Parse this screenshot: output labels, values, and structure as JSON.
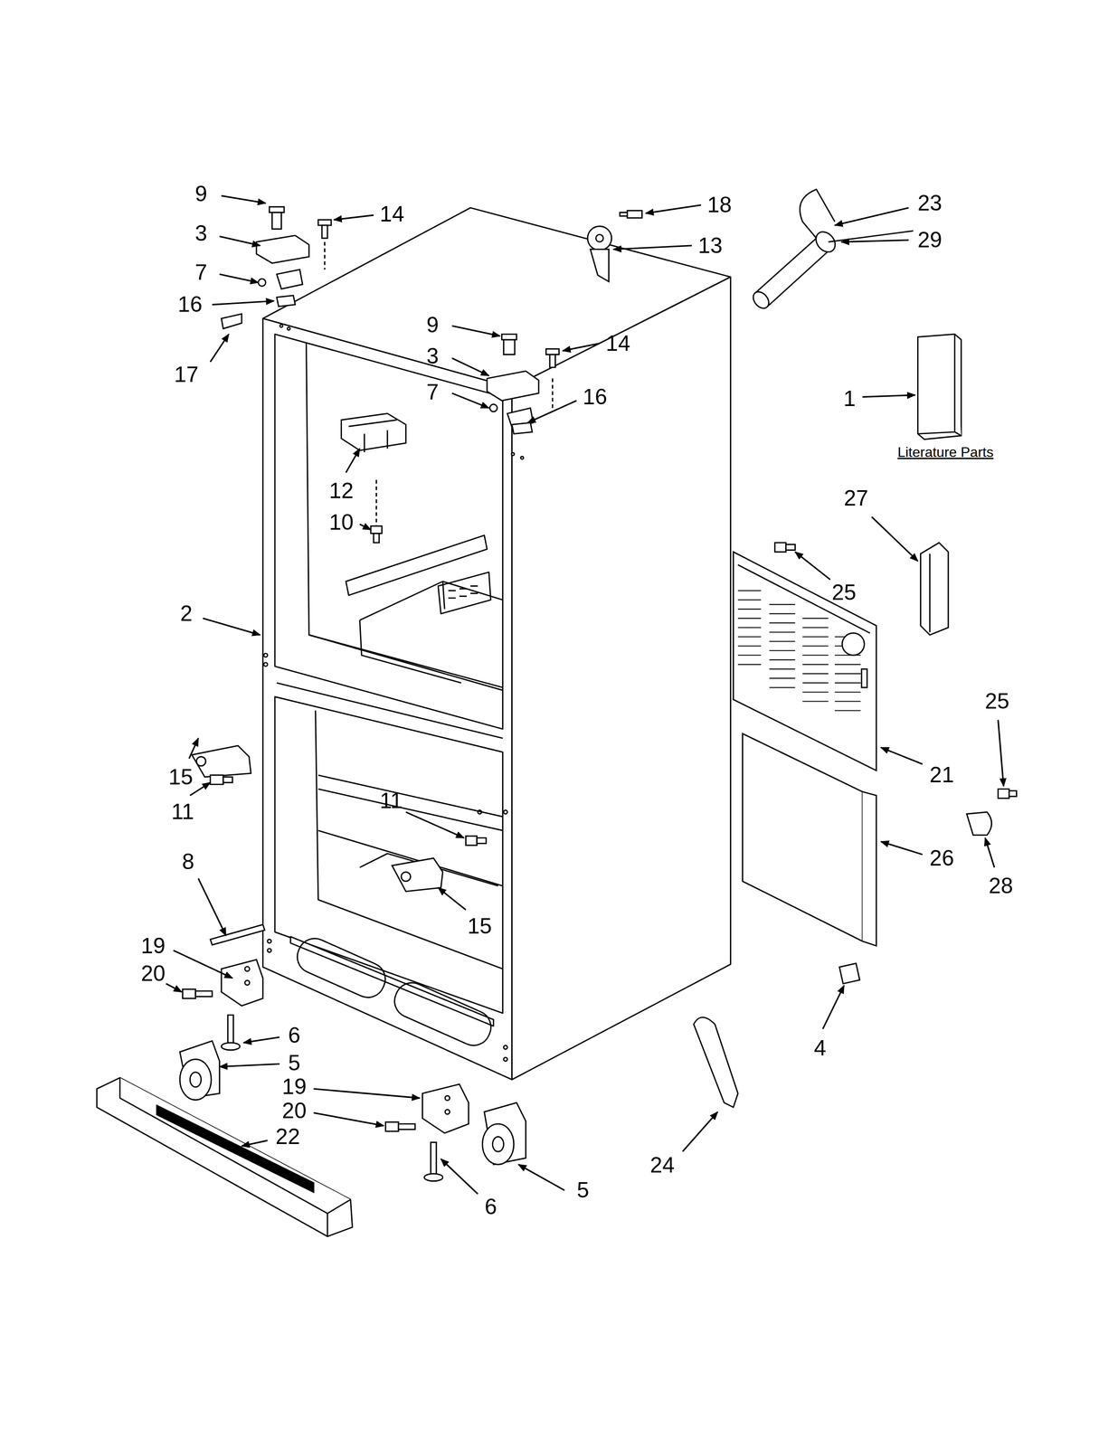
{
  "diagram": {
    "labels": [
      "9",
      "14",
      "18",
      "23",
      "3",
      "13",
      "29",
      "7",
      "16",
      "9",
      "14",
      "17",
      "3",
      "7",
      "16",
      "1",
      "Literature Parts",
      "12",
      "27",
      "10",
      "25",
      "2",
      "25",
      "21",
      "15",
      "11",
      "11",
      "26",
      "8",
      "28",
      "15",
      "19",
      "20",
      "6",
      "5",
      "4",
      "19",
      "20",
      "22",
      "24",
      "5",
      "6"
    ]
  }
}
